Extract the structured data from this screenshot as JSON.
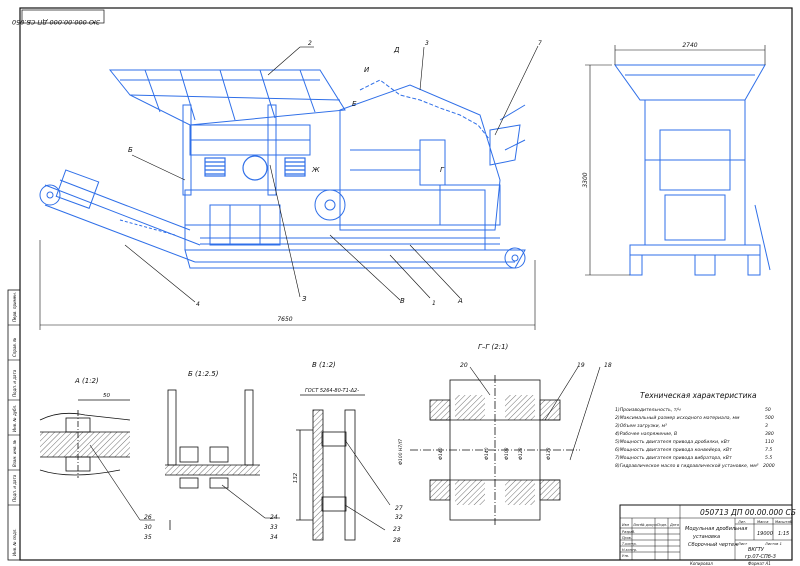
{
  "stamp": {
    "code_rotated": "ЗЮ 000.00.000 ДП СБ.050"
  },
  "main_view": {
    "callouts": [
      "2",
      "3",
      "7",
      "Б",
      "4",
      "З",
      "В",
      "1",
      "А",
      "И",
      "Д",
      "Е",
      "Ж",
      "Г"
    ],
    "overall_length": "7650",
    "side_width": "2740",
    "side_height": "3300"
  },
  "detail_views": {
    "A": {
      "title": "А (1:2)",
      "dim": "50",
      "positions": [
        "26",
        "30",
        "35"
      ]
    },
    "B": {
      "title": "Б (1:2.5)",
      "positions": [
        "24",
        "33",
        "34"
      ]
    },
    "V": {
      "title": "В (1:2)",
      "standard": "ГОСТ 5264-80-Т1-Δ2-",
      "dim": "132",
      "positions": [
        "23",
        "28",
        "27",
        "32"
      ]
    },
    "G": {
      "title": "Г–Г (2:1)",
      "positions": [
        "20",
        "19",
        "18"
      ],
      "dims": [
        "Ф100 Н7/f7",
        "Ф140",
        "Ф140",
        "Ф108",
        "Ф128",
        "Ф138"
      ]
    }
  },
  "tech": {
    "title": "Техническая характеристика",
    "rows": [
      {
        "label": "1)Производительность, т/ч",
        "value": "50"
      },
      {
        "label": "2)Максимальный размер исходного материала, мм",
        "value": "500"
      },
      {
        "label": "3)Объем загрузки, м³",
        "value": "3"
      },
      {
        "label": "4)Рабочее напряжение, В",
        "value": "380"
      },
      {
        "label": "5)Мощность двигателя привода дробилки, кВт",
        "value": "110"
      },
      {
        "label": "6)Мощность двигателя привода конвейера, кВт",
        "value": "7.5"
      },
      {
        "label": "7)Мощность двигателя привода вибратора, кВт",
        "value": "5.5"
      },
      {
        "label": "8)Гидравлическое масло в гидравлической установке, мм³",
        "value": "2000"
      }
    ]
  },
  "title_block": {
    "designation": "050713 ДП 00.00.000 СБ",
    "name": [
      "Модульная дробильная",
      "установка",
      "Сборочный чертеж"
    ],
    "mass": "19000",
    "scale": "1:15",
    "org": [
      "ВКГТУ",
      "гр.07-СПб-3"
    ],
    "sheet": "Лист",
    "sheets": "Листов 1",
    "copied": "Копировал",
    "format": "Формат A1",
    "heading_labels": [
      "Лит.",
      "Масса",
      "Масштаб"
    ],
    "row_labels": [
      "Изм",
      "Лист",
      "№ докум.",
      "Подп.",
      "Дата",
      "Разраб.",
      "Пров.",
      "Т.контр.",
      "Н.контр.",
      "Утв."
    ]
  },
  "left_strip": [
    "Перв. примен.",
    "Справ. №",
    "Подп. и дата",
    "Инв. № дубл.",
    "Взам. инв. №",
    "Подп. и дата",
    "Инв. № подл."
  ]
}
